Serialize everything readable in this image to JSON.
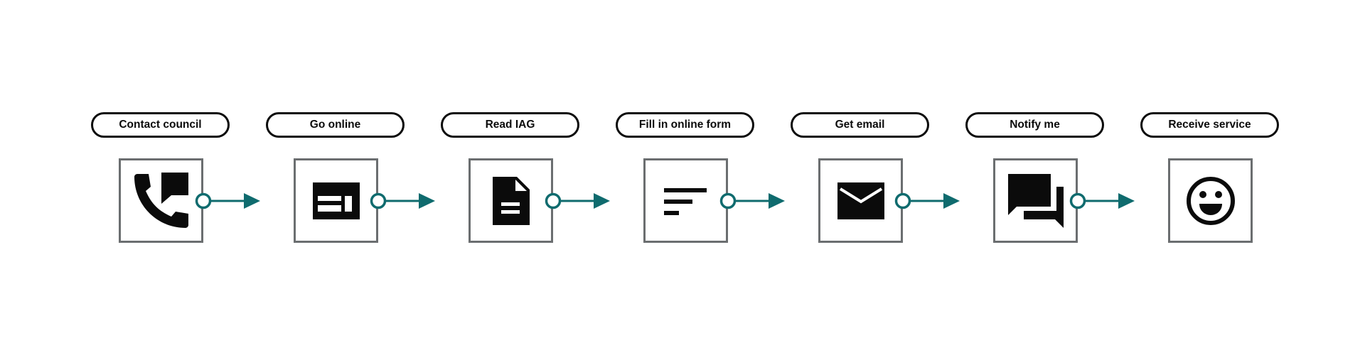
{
  "diagram": {
    "accent_color": "#0f6b6e",
    "box_border_color": "#6b6e70",
    "steps": [
      {
        "label": "Contact council",
        "icon": "phone-chat-icon"
      },
      {
        "label": "Go online",
        "icon": "web-page-icon"
      },
      {
        "label": "Read IAG",
        "icon": "document-icon"
      },
      {
        "label": "Fill in online form",
        "icon": "form-lines-icon"
      },
      {
        "label": "Get email",
        "icon": "envelope-icon"
      },
      {
        "label": "Notify me",
        "icon": "chat-bubbles-icon"
      },
      {
        "label": "Receive service",
        "icon": "smiley-face-icon"
      }
    ]
  }
}
